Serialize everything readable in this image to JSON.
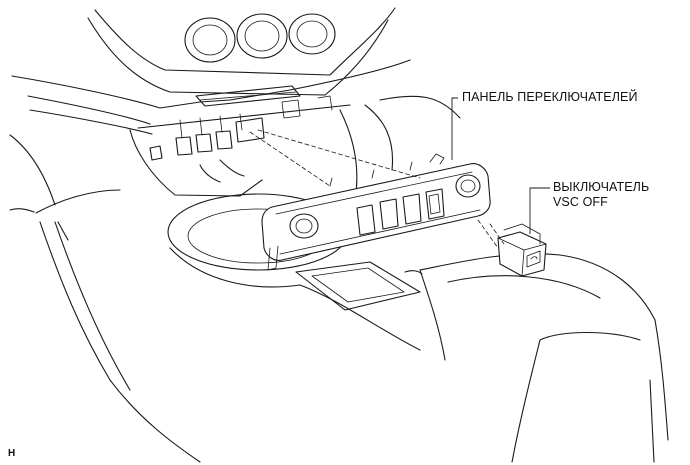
{
  "diagram": {
    "labels": {
      "switch_panel": "ПАНЕЛЬ ПЕРЕКЛЮЧАТЕЛЕЙ",
      "vsc_off_switch": "ВЫКЛЮЧАТЕЛЬ\nVSC OFF",
      "figure_code": "H"
    }
  }
}
